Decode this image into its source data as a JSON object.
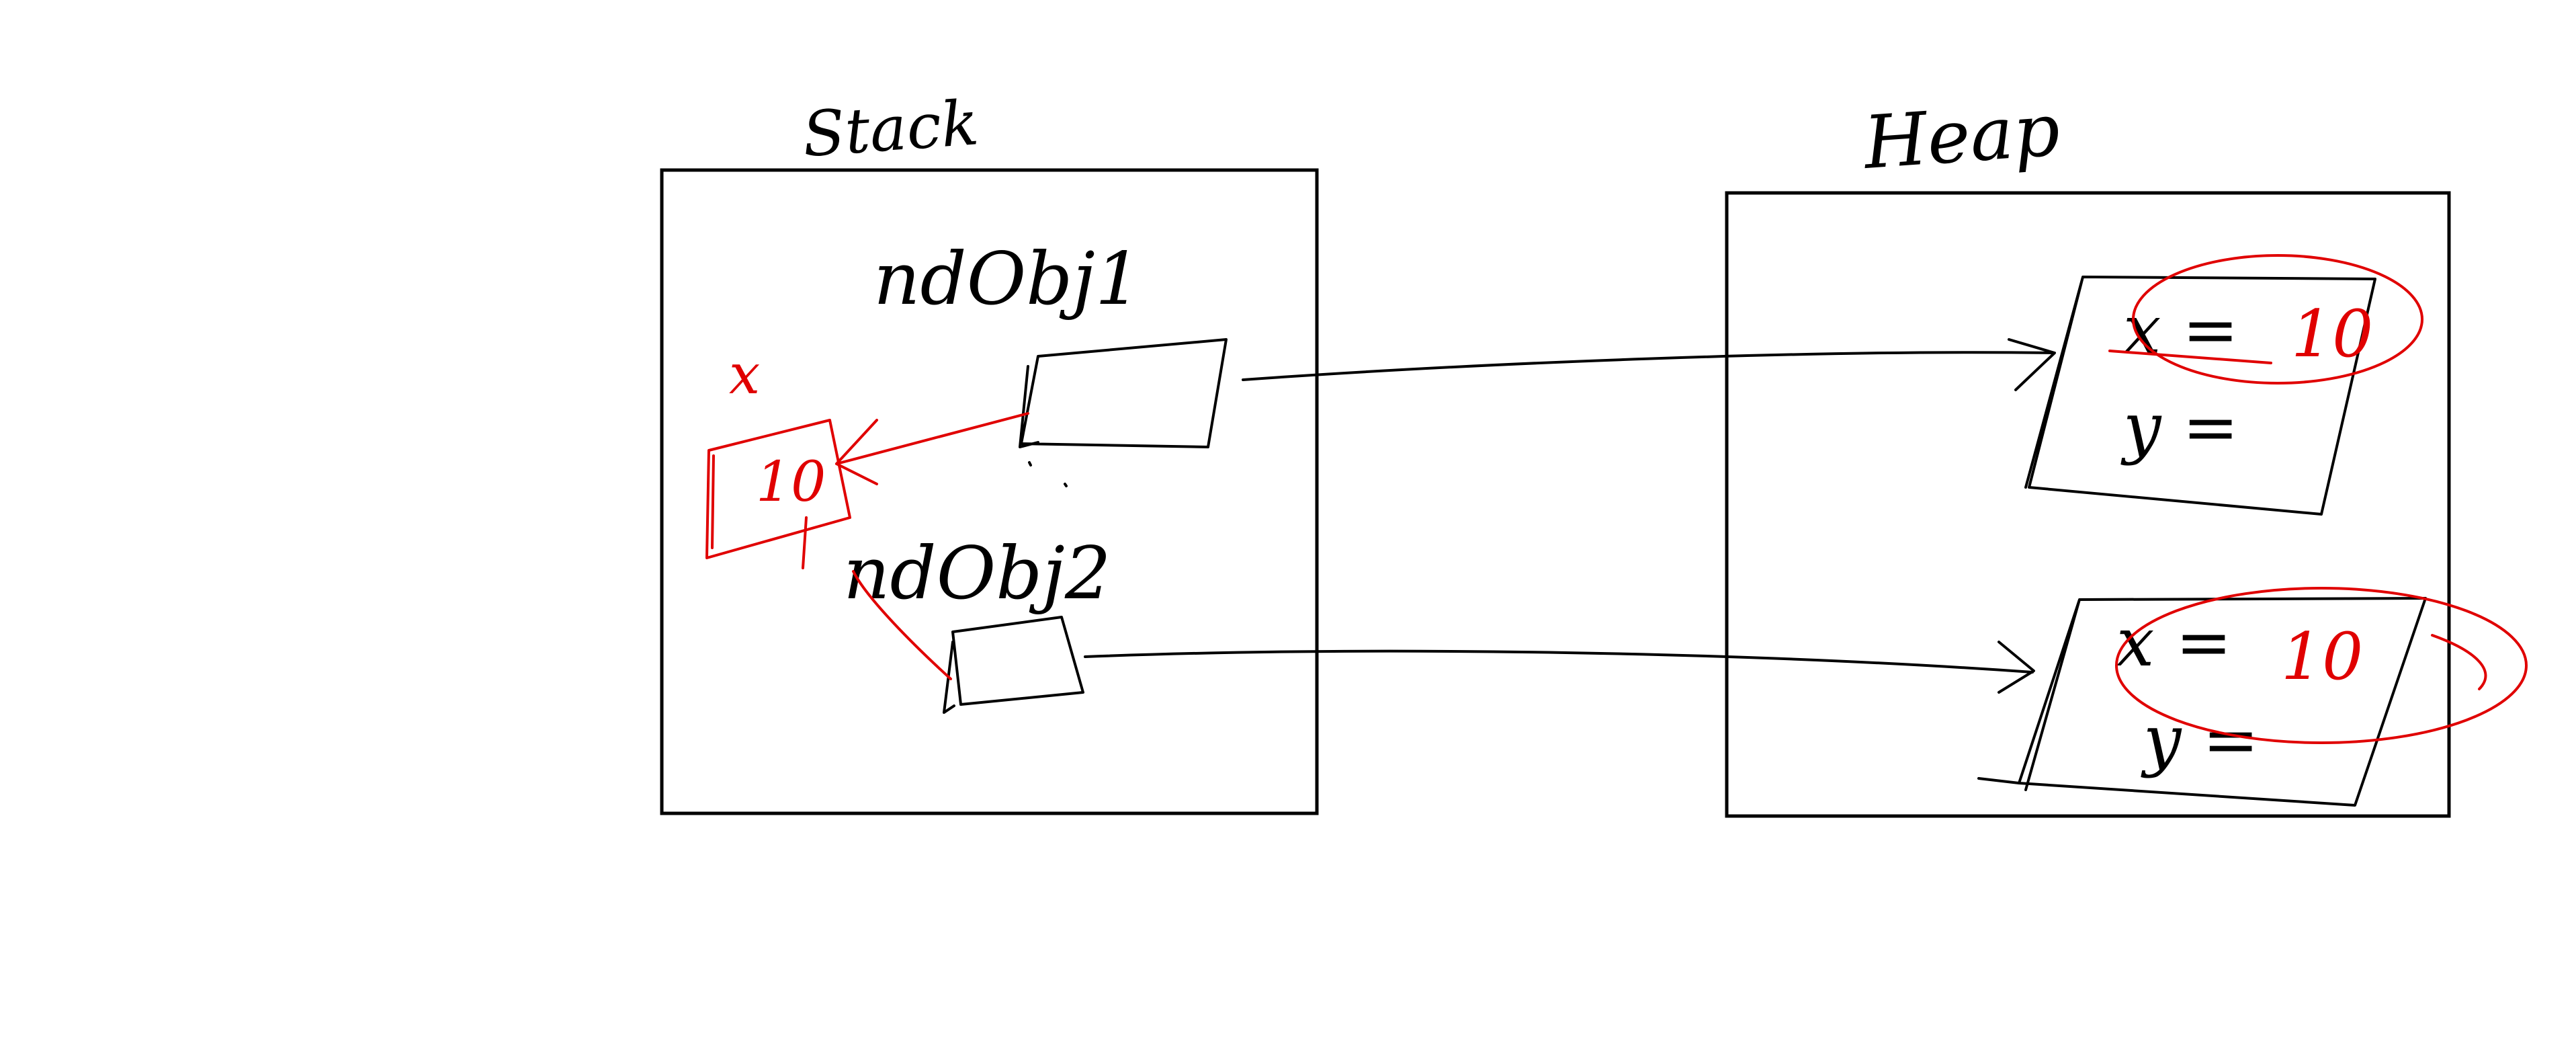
{
  "stack": {
    "title": "Stack",
    "objects": [
      {
        "name": "ndObj1"
      },
      {
        "name": "ndObj2"
      }
    ],
    "variable": {
      "name": "x",
      "value": "10"
    }
  },
  "heap": {
    "title": "Heap",
    "objects": [
      {
        "field_x_label": "x =",
        "field_x_value": "10",
        "field_y_label": "y ="
      },
      {
        "field_x_label": "x =",
        "field_x_value": "10",
        "field_y_label": "y ="
      }
    ]
  },
  "colors": {
    "ink": "#000000",
    "highlight": "#e00000"
  }
}
